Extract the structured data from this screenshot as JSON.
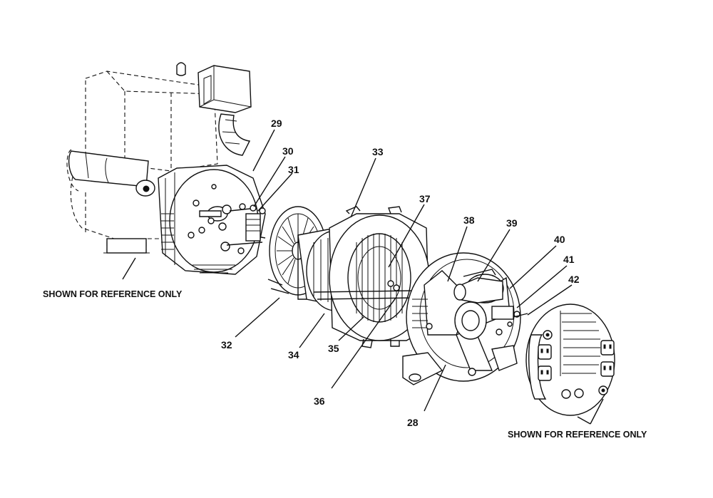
{
  "callouts": {
    "c28": "28",
    "c29": "29",
    "c30": "30",
    "c31": "31",
    "c32": "32",
    "c33": "33",
    "c34": "34",
    "c35": "35",
    "c36": "36",
    "c37": "37",
    "c38": "38",
    "c39": "39",
    "c40": "40",
    "c41": "41",
    "c42": "42"
  },
  "notes": {
    "reference_left": "SHOWN FOR REFERENCE ONLY",
    "reference_right": "SHOWN FOR REFERENCE ONLY"
  }
}
